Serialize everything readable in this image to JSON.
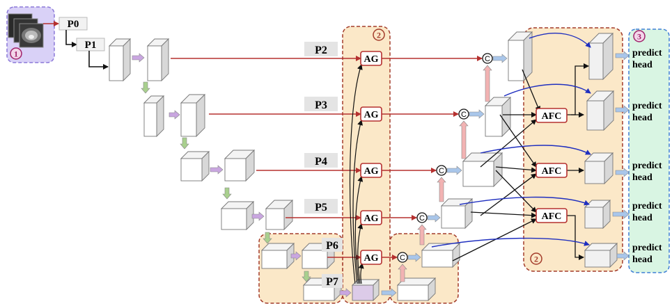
{
  "input": {
    "badge": "1"
  },
  "stem": {
    "p0": "P0",
    "p1": "P1"
  },
  "levels": {
    "p2": "P2",
    "p3": "P3",
    "p4": "P4",
    "p5": "P5",
    "p6": "P6",
    "p7": "P7"
  },
  "ag_region": {
    "badge": "2"
  },
  "ag_label": "AG",
  "concat_label": "C",
  "afc_region": {
    "badge": "2"
  },
  "afc_label": "AFC",
  "head_region": {
    "badge": "3"
  },
  "head": {
    "line1": "predict",
    "line2": "head"
  },
  "colors": {
    "red_arrow": "#b5302f",
    "blue_arrow": "#1f2fbf",
    "purple_arrow": "#c9a6e0",
    "green_arrow": "#a9d08e",
    "light_blue_arrow": "#a9c6ea",
    "pink_arrow": "#f2b3b3",
    "region_fill": "#fbe8c8",
    "region_border": "#a33b2a",
    "head_fill": "#d9f5e3",
    "head_border": "#3f7fd6",
    "input_fill": "#d9d1f7",
    "p7_cube_fill": "#dccbe8"
  }
}
